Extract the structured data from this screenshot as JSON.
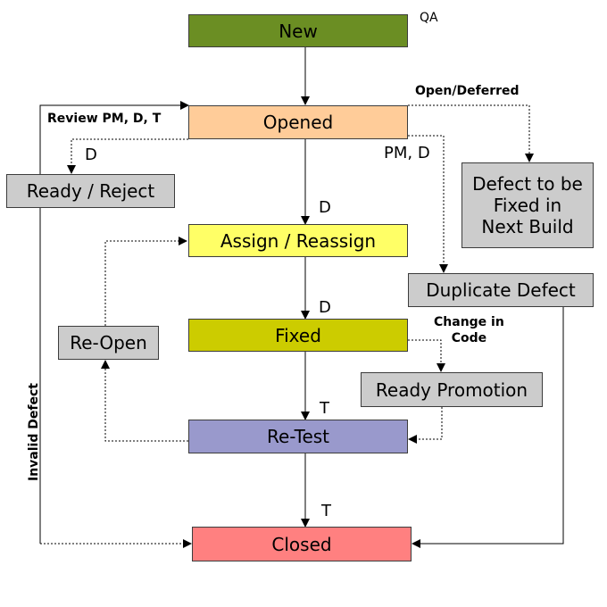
{
  "nodes": {
    "new": {
      "label": "New",
      "color": "#6b8e23"
    },
    "opened": {
      "label": "Opened",
      "color": "#ffcc99"
    },
    "ready_reject": {
      "label": "Ready / Reject",
      "color": "#cccccc"
    },
    "defect_next_build": {
      "label": "Defect to be\nFixed in\nNext Build",
      "color": "#cccccc"
    },
    "assign": {
      "label": "Assign / Reassign",
      "color": "#ffff66"
    },
    "duplicate": {
      "label": "Duplicate Defect",
      "color": "#cccccc"
    },
    "fixed": {
      "label": "Fixed",
      "color": "#cccc00"
    },
    "reopen": {
      "label": "Re-Open",
      "color": "#cccccc"
    },
    "ready_promotion": {
      "label": "Ready Promotion",
      "color": "#cccccc"
    },
    "retest": {
      "label": "Re-Test",
      "color": "#9999cc"
    },
    "closed": {
      "label": "Closed",
      "color": "#ff8080"
    }
  },
  "labels": {
    "qa": "QA",
    "open_deferred": "Open/Deferred",
    "review": "Review PM, D, T",
    "d_ready": "D",
    "pm_d": "PM, D",
    "d_assign": "D",
    "d_fixed": "D",
    "change_code": "Change in\nCode",
    "t_retest": "T",
    "t_closed": "T",
    "invalid": "Invalid Defect"
  }
}
